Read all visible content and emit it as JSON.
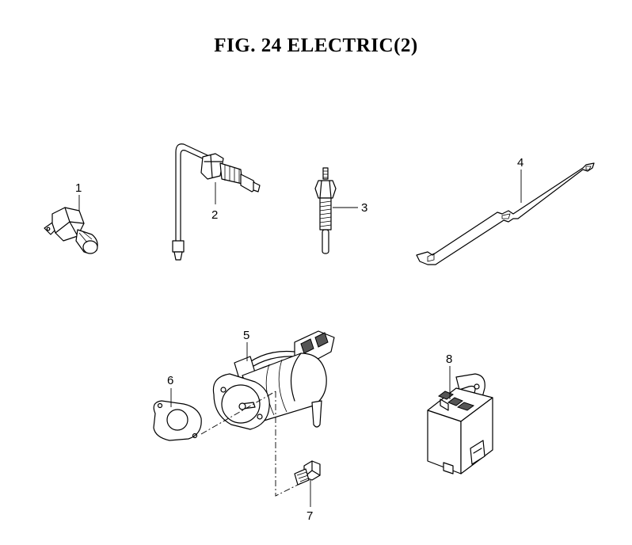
{
  "title": "FIG. 24  ELECTRIC(2)",
  "callouts": [
    "1",
    "2",
    "3",
    "4",
    "5",
    "6",
    "7",
    "8"
  ],
  "parts": [
    {
      "callout": "1",
      "icon": "oil-pressure-switch-icon"
    },
    {
      "callout": "2",
      "icon": "temperature-sensor-icon"
    },
    {
      "callout": "3",
      "icon": "glow-plug-icon"
    },
    {
      "callout": "4",
      "icon": "connector-plate-icon"
    },
    {
      "callout": "5",
      "icon": "stop-solenoid-icon"
    },
    {
      "callout": "6",
      "icon": "gasket-icon"
    },
    {
      "callout": "7",
      "icon": "bolt-icon"
    },
    {
      "callout": "8",
      "icon": "relay-icon"
    }
  ]
}
